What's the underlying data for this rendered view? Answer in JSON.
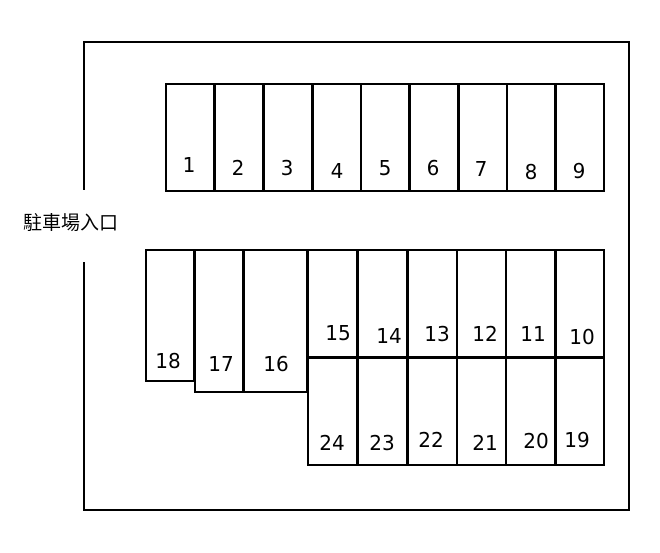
{
  "entrance_label": "駐車場入口",
  "stalls": [
    {
      "number": "1"
    },
    {
      "number": "2"
    },
    {
      "number": "3"
    },
    {
      "number": "4"
    },
    {
      "number": "5"
    },
    {
      "number": "6"
    },
    {
      "number": "7"
    },
    {
      "number": "8"
    },
    {
      "number": "9"
    },
    {
      "number": "10"
    },
    {
      "number": "11"
    },
    {
      "number": "12"
    },
    {
      "number": "13"
    },
    {
      "number": "14"
    },
    {
      "number": "15"
    },
    {
      "number": "16"
    },
    {
      "number": "17"
    },
    {
      "number": "18"
    },
    {
      "number": "19"
    },
    {
      "number": "20"
    },
    {
      "number": "21"
    },
    {
      "number": "22"
    },
    {
      "number": "23"
    },
    {
      "number": "24"
    }
  ]
}
